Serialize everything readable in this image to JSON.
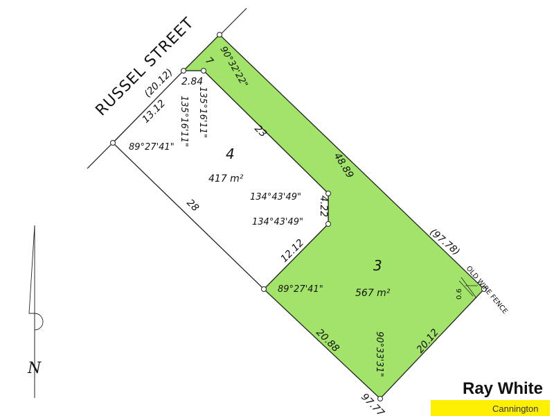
{
  "colors": {
    "lot_fill": "#a2e46a",
    "line": "#222222",
    "brand_bar": "#ffef00"
  },
  "road": {
    "name": "RUSSEL STREET"
  },
  "boundary_labels": {
    "top_frontage": "(20.12)",
    "lot4_frontage": "13.12",
    "access_width": "2.84",
    "access_short": "7",
    "east_long": "48.89",
    "west_long": "28",
    "access_side": "23",
    "step": "4.22",
    "lot4_south": "12.12",
    "lot3_west": "20.88",
    "lot3_east": "20.12",
    "lot3_south": "97.77",
    "overall_east": "(97.78)",
    "fence_offset": "0.6",
    "fence_note": "OLD WIRE FENCE"
  },
  "angles": {
    "top_corner": "90°32'22\"",
    "access_left": "135°16'11\"",
    "access_right": "135°16'11\"",
    "lot4_nw": "89°27'41\"",
    "step_upper": "134°43'49\"",
    "step_lower": "134°43'49\"",
    "lot3_nw": "89°27'41\"",
    "lot3_bottom": "90°33'31\""
  },
  "lots": [
    {
      "number": "4",
      "area": "417 m²"
    },
    {
      "number": "3",
      "area": "567 m²"
    }
  ],
  "north_label": "N",
  "branding": {
    "name": "Ray White",
    "branch": "Cannington"
  }
}
